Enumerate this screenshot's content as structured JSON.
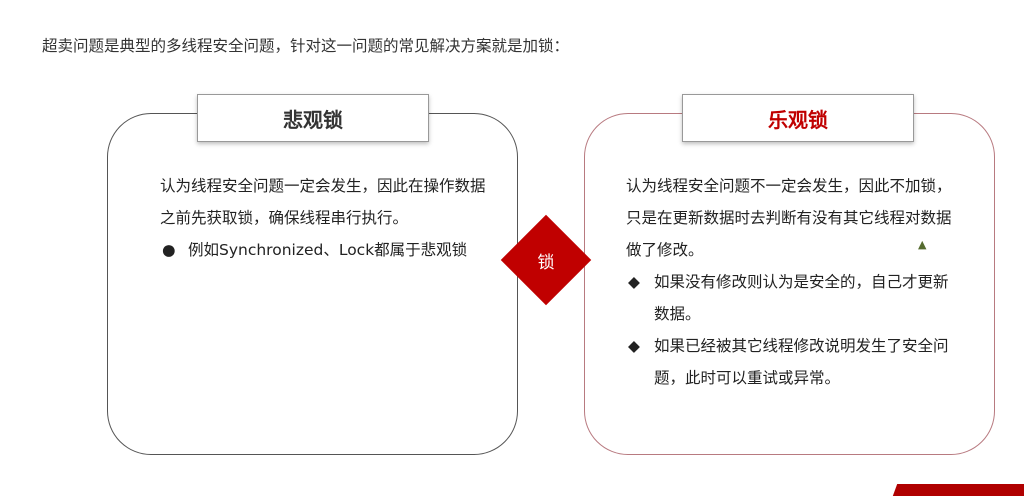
{
  "intro": "超卖问题是典型的多线程安全问题，针对这一问题的常见解决方案就是加锁：",
  "center_label": "锁",
  "pessimistic": {
    "title": "悲观锁",
    "paragraph": "认为线程安全问题一定会发生，因此在操作数据之前先获取锁，确保线程串行执行。",
    "bullets": [
      "例如Synchronized、Lock都属于悲观锁"
    ]
  },
  "optimistic": {
    "title": "乐观锁",
    "paragraph": "认为线程安全问题不一定会发生，因此不加锁，只是在更新数据时去判断有没有其它线程对数据做了修改。",
    "bullets": [
      "如果没有修改则认为是安全的，自己才更新数据。",
      "如果已经被其它线程修改说明发生了安全问题，此时可以重试或异常。"
    ]
  },
  "colors": {
    "accent": "#c00000"
  }
}
